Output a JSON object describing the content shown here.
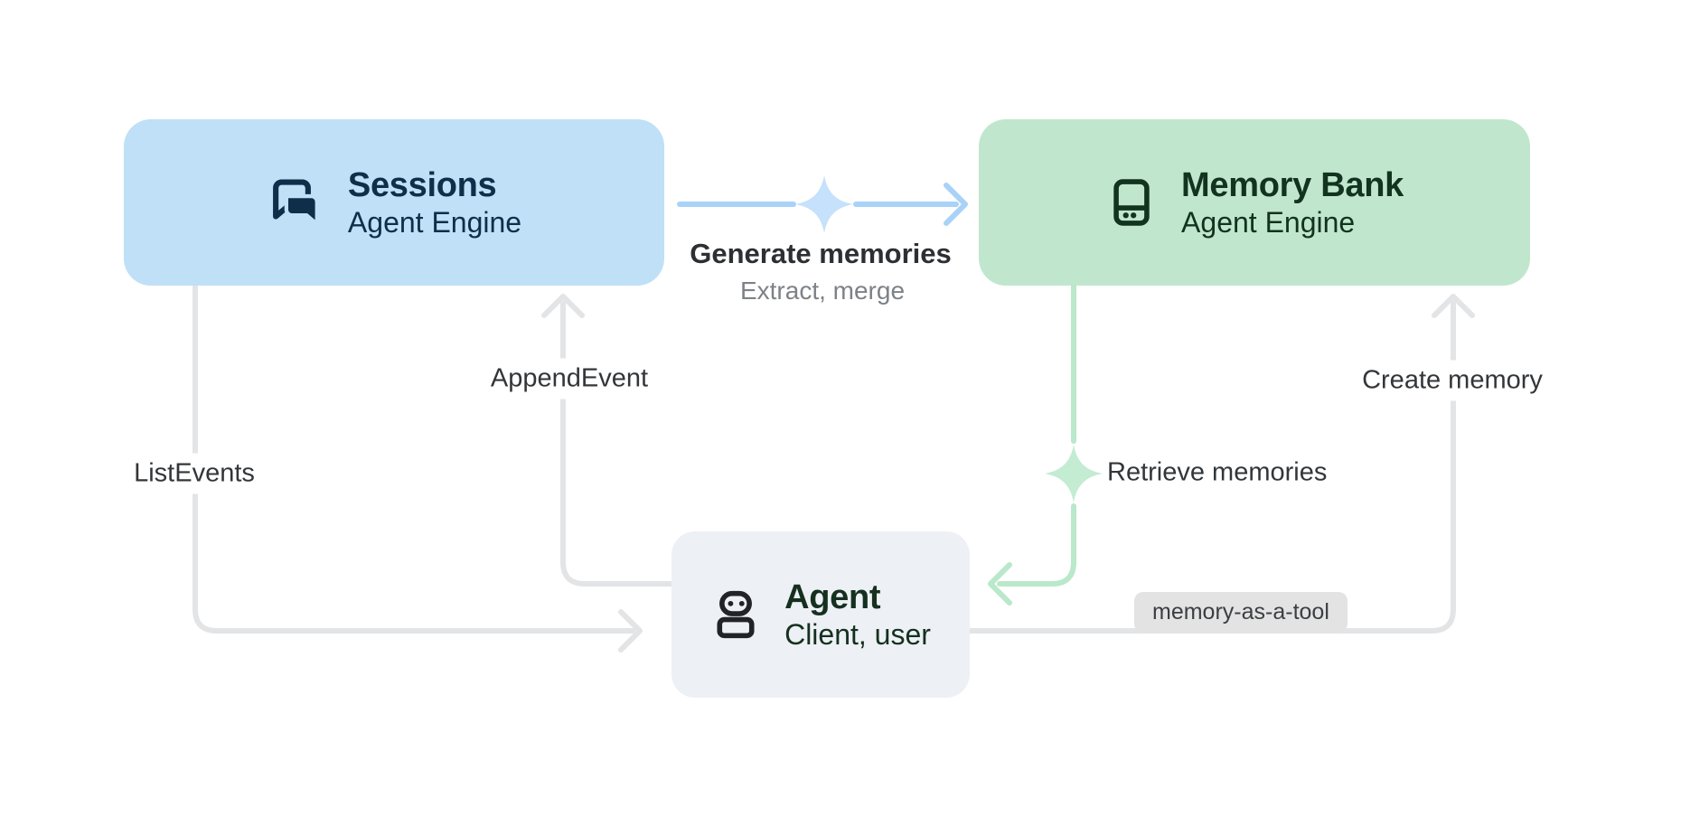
{
  "diagram": {
    "nodes": {
      "sessions": {
        "title": "Sessions",
        "subtitle": "Agent Engine",
        "icon": "chat-bubbles-icon"
      },
      "memory_bank": {
        "title": "Memory Bank",
        "subtitle": "Agent Engine",
        "icon": "storage-icon"
      },
      "agent": {
        "title": "Agent",
        "subtitle": "Client, user",
        "icon": "robot-icon"
      }
    },
    "edges": {
      "generate_memories": {
        "from": "sessions",
        "to": "memory_bank",
        "label": "Generate memories",
        "sublabel": "Extract, merge",
        "style": "blue-sparkle"
      },
      "retrieve_memories": {
        "from": "memory_bank",
        "to": "agent",
        "label": "Retrieve memories",
        "style": "green-sparkle"
      },
      "append_event": {
        "from": "agent",
        "to": "sessions",
        "label": "AppendEvent",
        "style": "gray"
      },
      "list_events": {
        "from": "sessions",
        "to": "agent",
        "label": "ListEvents",
        "style": "gray"
      },
      "create_memory": {
        "from": "agent",
        "to": "memory_bank",
        "label": "Create memory",
        "badge": "memory-as-a-tool",
        "style": "gray"
      }
    }
  },
  "colors": {
    "sessions_fill": "#bfe0f7",
    "sessions_text": "#0e2e49",
    "memory_fill": "#c0e7cd",
    "memory_text": "#123320",
    "agent_fill": "#edf0f4",
    "agent_text": "#15301f",
    "gray_line": "#e3e4e6",
    "blue_line": "#a9d2f8",
    "blue_sparkle": "#c5e1fb",
    "green_line": "#b9e8ca",
    "green_sparkle": "#c3ecd2",
    "label_text": "#333639",
    "sublabel_text": "#7d8287",
    "badge_bg": "#e3e3e3",
    "badge_text": "#3b3e42"
  }
}
